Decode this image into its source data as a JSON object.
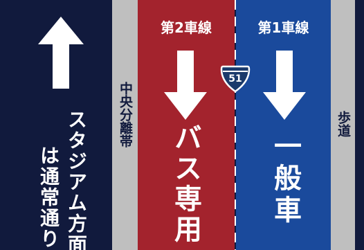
{
  "colors": {
    "background": "#111a3d",
    "bus_lane": "#a3232d",
    "general_lane": "#1a4a9c",
    "median": "#bfbfbf",
    "sidewalk": "#bfbfbf",
    "arrow": "#ffffff",
    "shield": "#1b3a6b"
  },
  "left_side": {
    "arrow_icon": "arrow-up",
    "note_line1": "スタジアム方面",
    "note_line2": "は通常通り"
  },
  "median": {
    "label": "中央分離帯"
  },
  "lane2": {
    "title": "第2車線",
    "arrow_icon": "arrow-down",
    "usage": "バス専用"
  },
  "route_shield": {
    "number": "51"
  },
  "lane1": {
    "title": "第1車線",
    "arrow_icon": "arrow-down",
    "usage": "一般車"
  },
  "sidewalk": {
    "label": "歩道"
  }
}
